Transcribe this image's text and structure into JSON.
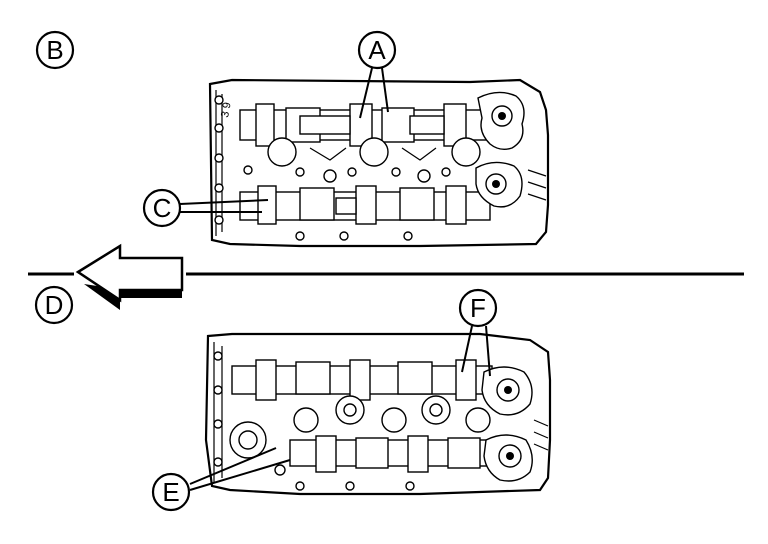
{
  "callouts": {
    "a": "A",
    "b": "B",
    "c": "C",
    "d": "D",
    "e": "E",
    "f": "F"
  },
  "colors": {
    "ink": "#000000",
    "paper": "#ffffff"
  },
  "icons": {
    "direction_arrow": "left-arrow-icon"
  }
}
